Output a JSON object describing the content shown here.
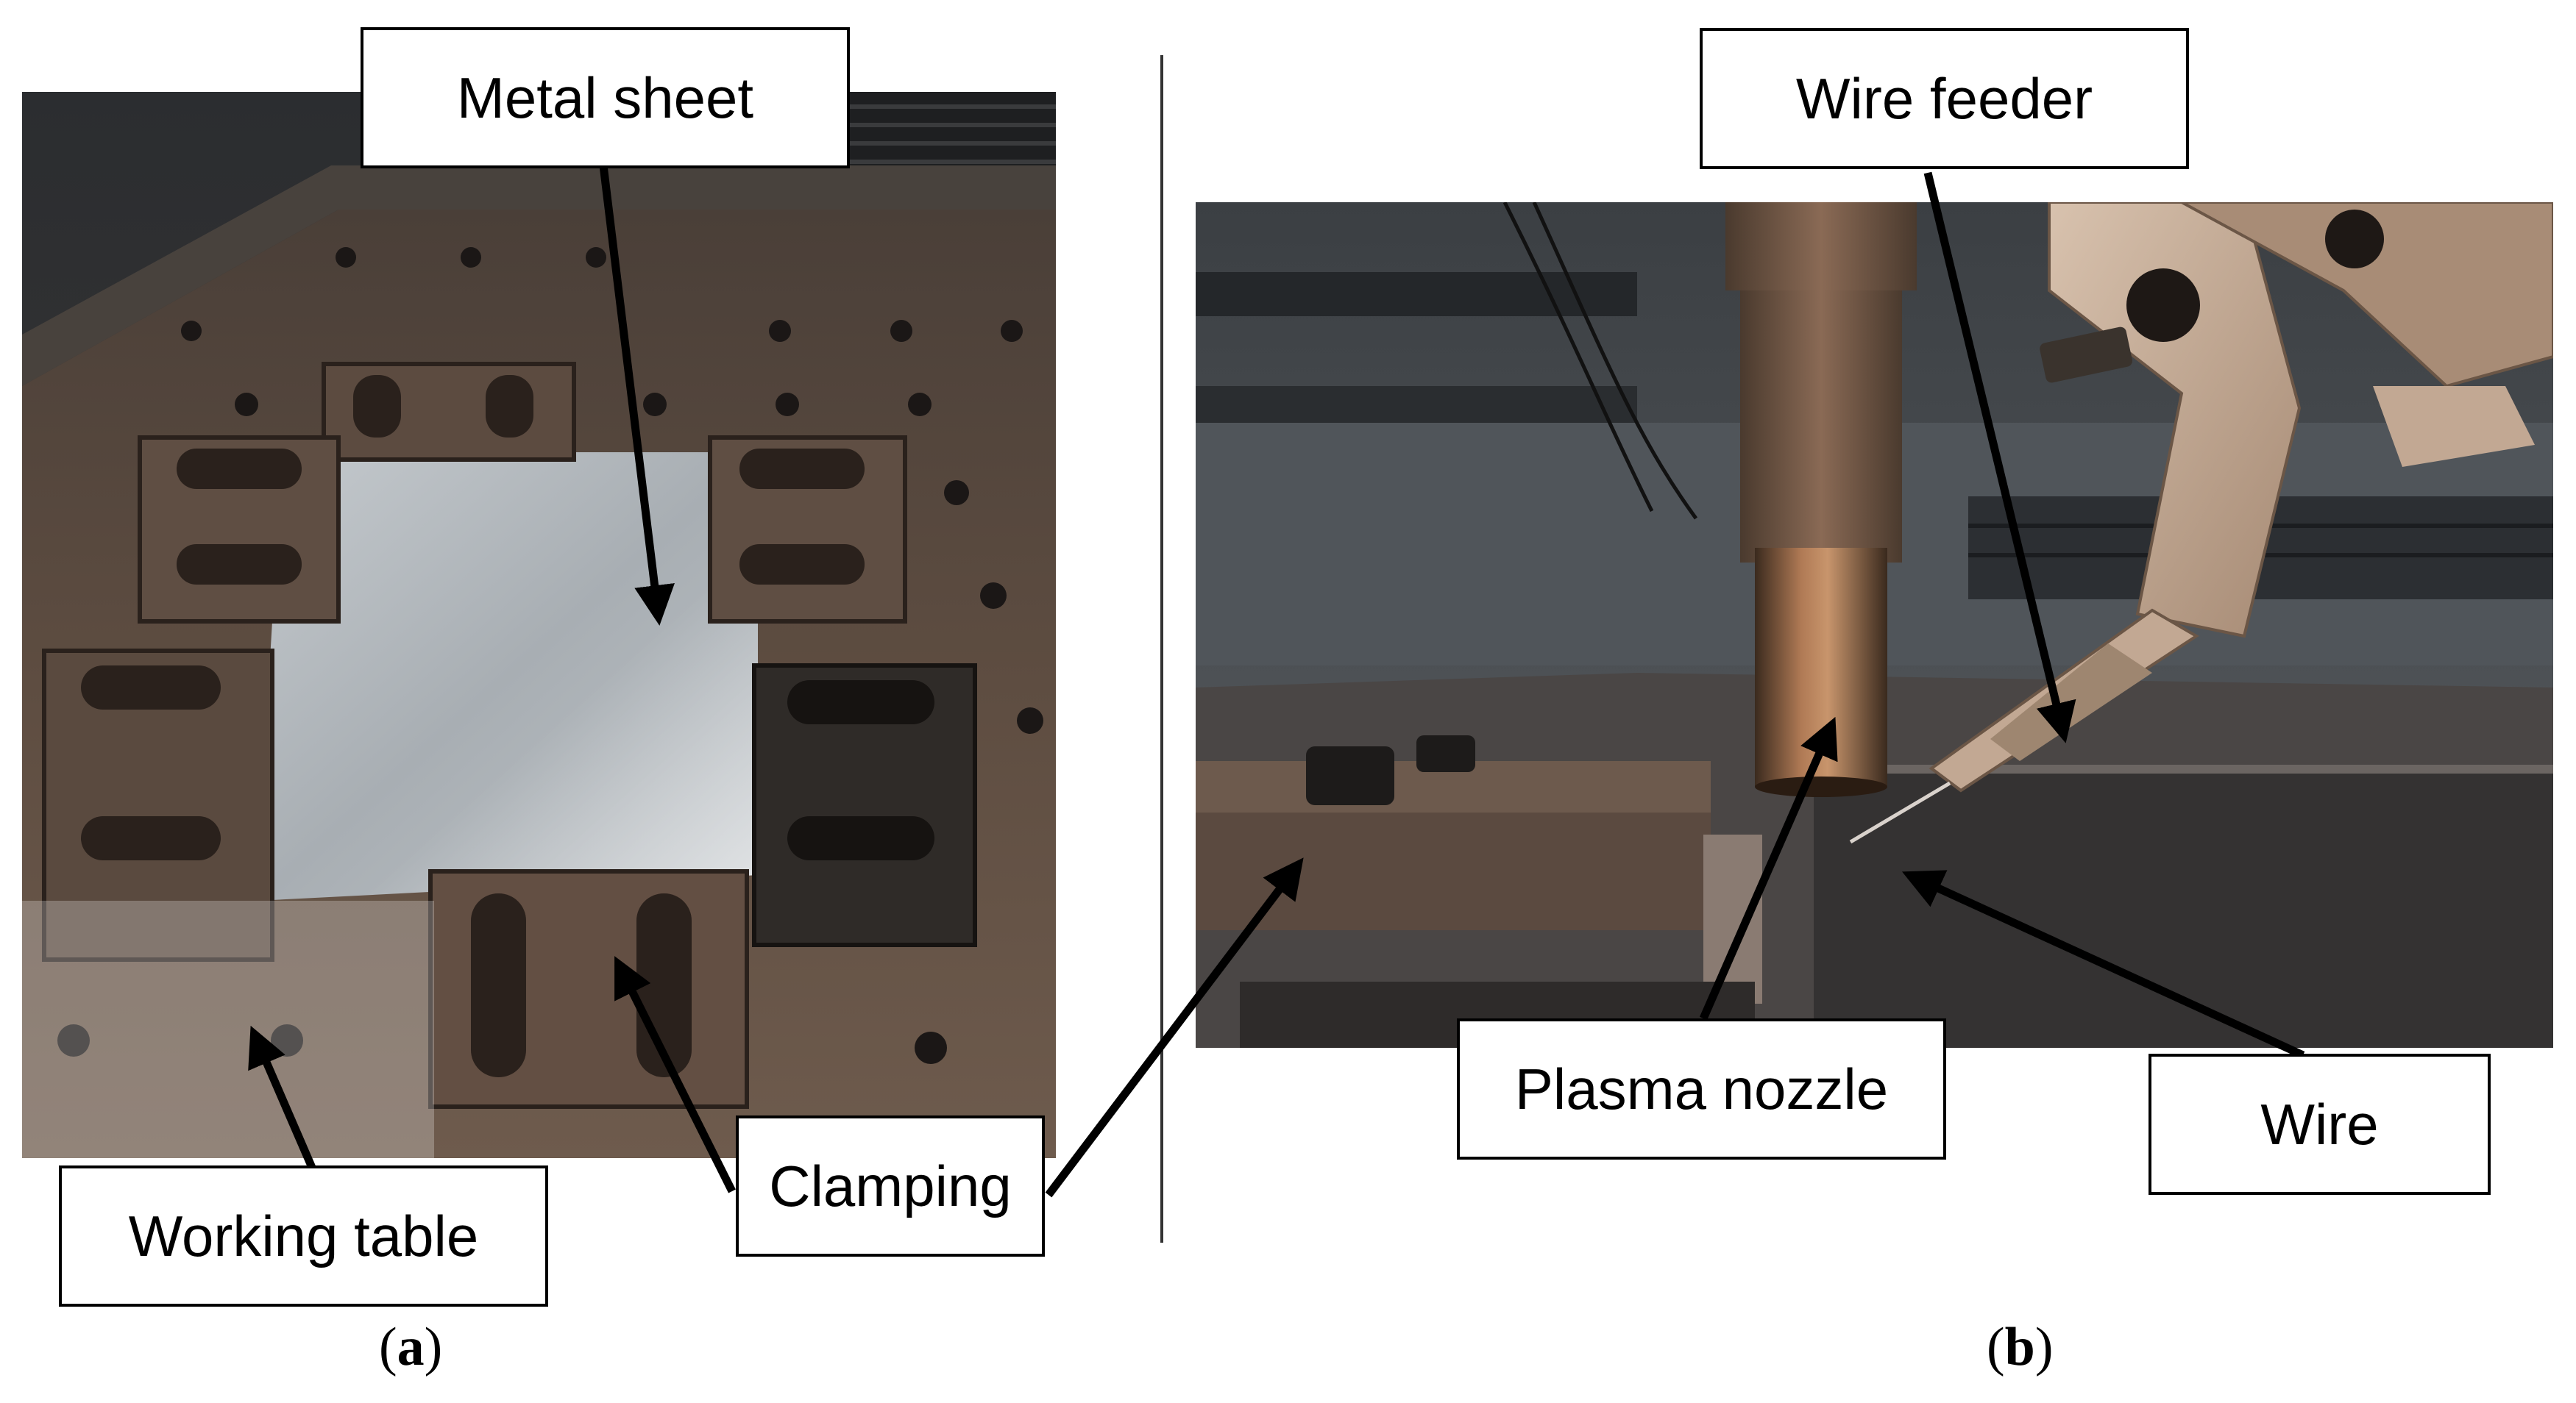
{
  "labels": {
    "metal_sheet": "Metal sheet",
    "working_table": "Working table",
    "clamping": "Clamping",
    "wire_feeder": "Wire feeder",
    "plasma_nozzle": "Plasma nozzle",
    "wire": "Wire"
  },
  "captions": {
    "a_open": "(",
    "a_letter": "a",
    "a_close": ")",
    "b_open": "(",
    "b_letter": "b",
    "b_close": ")"
  },
  "colors": {
    "label_border": "#000000",
    "arrow": "#000000",
    "table_surface": "#5a4a3e",
    "metal_sheet": "#aab0b5",
    "clamp_plate": "#5c4b40"
  }
}
